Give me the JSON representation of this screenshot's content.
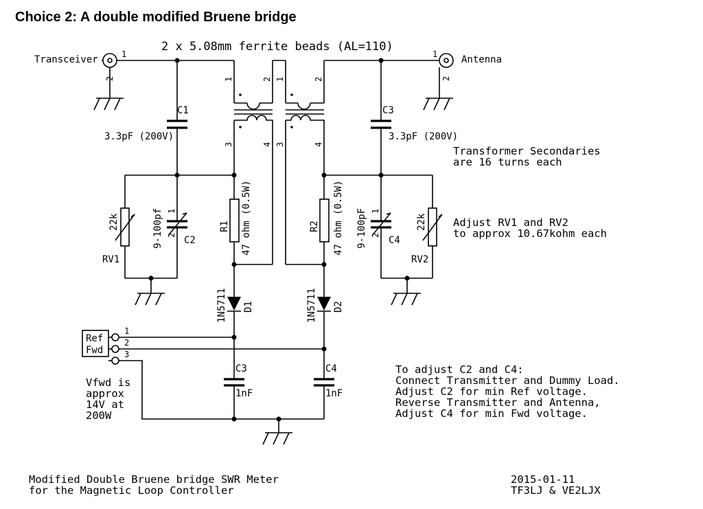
{
  "title": "Choice 2: A double modified Bruene bridge",
  "header_note": "2 x 5.08mm ferrite beads (AL=110)",
  "connectors": {
    "transceiver": "Transceiver",
    "antenna": "Antenna"
  },
  "pins": {
    "p1": "1",
    "p2": "2",
    "p3": "3",
    "p4": "4"
  },
  "components": {
    "c1": {
      "ref": "C1",
      "value": "3.3pF (200V)"
    },
    "c3_top": {
      "ref": "C3",
      "value": "3.3pF (200V)"
    },
    "c2": {
      "ref": "C2",
      "value": "9-100pf"
    },
    "c4": {
      "ref": "C4",
      "value": "9-100pF"
    },
    "rv1": {
      "ref": "RV1",
      "value": "22k"
    },
    "rv2": {
      "ref": "RV2",
      "value": "22k"
    },
    "r1": {
      "ref": "R1",
      "value": "47 ohm (0.5W)"
    },
    "r2": {
      "ref": "R2",
      "value": "47 ohm (0.5W)"
    },
    "d1": {
      "ref": "D1",
      "value": "1N5711"
    },
    "d2": {
      "ref": "D2",
      "value": "1N5711"
    },
    "c3_bottom": {
      "ref": "C3",
      "value": "1nF"
    },
    "c4_bottom": {
      "ref": "C4",
      "value": "1nF"
    }
  },
  "output_connector": {
    "line1": "Ref",
    "line2": "Fwd"
  },
  "secondaries_note": [
    "Transformer Secondaries",
    "are 16 turns each"
  ],
  "adjust_rv_note": [
    "Adjust RV1 and RV2",
    "to approx 10.67kohm each"
  ],
  "vfwd_note": [
    "Vfwd is",
    "approx",
    "14V at",
    "200W"
  ],
  "procedure_note": [
    "To adjust C2 and C4:",
    "Connect Transmitter and Dummy Load.",
    "Adjust C2 for min Ref voltage.",
    "Reverse Transmitter and Antenna,",
    "Adjust C4 for min Fwd voltage."
  ],
  "footer": {
    "left_line1": "Modified Double Bruene bridge SWR Meter",
    "left_line2": "for the Magnetic Loop Controller",
    "date": "2015-01-11",
    "authors": "TF3LJ & VE2LJX"
  }
}
